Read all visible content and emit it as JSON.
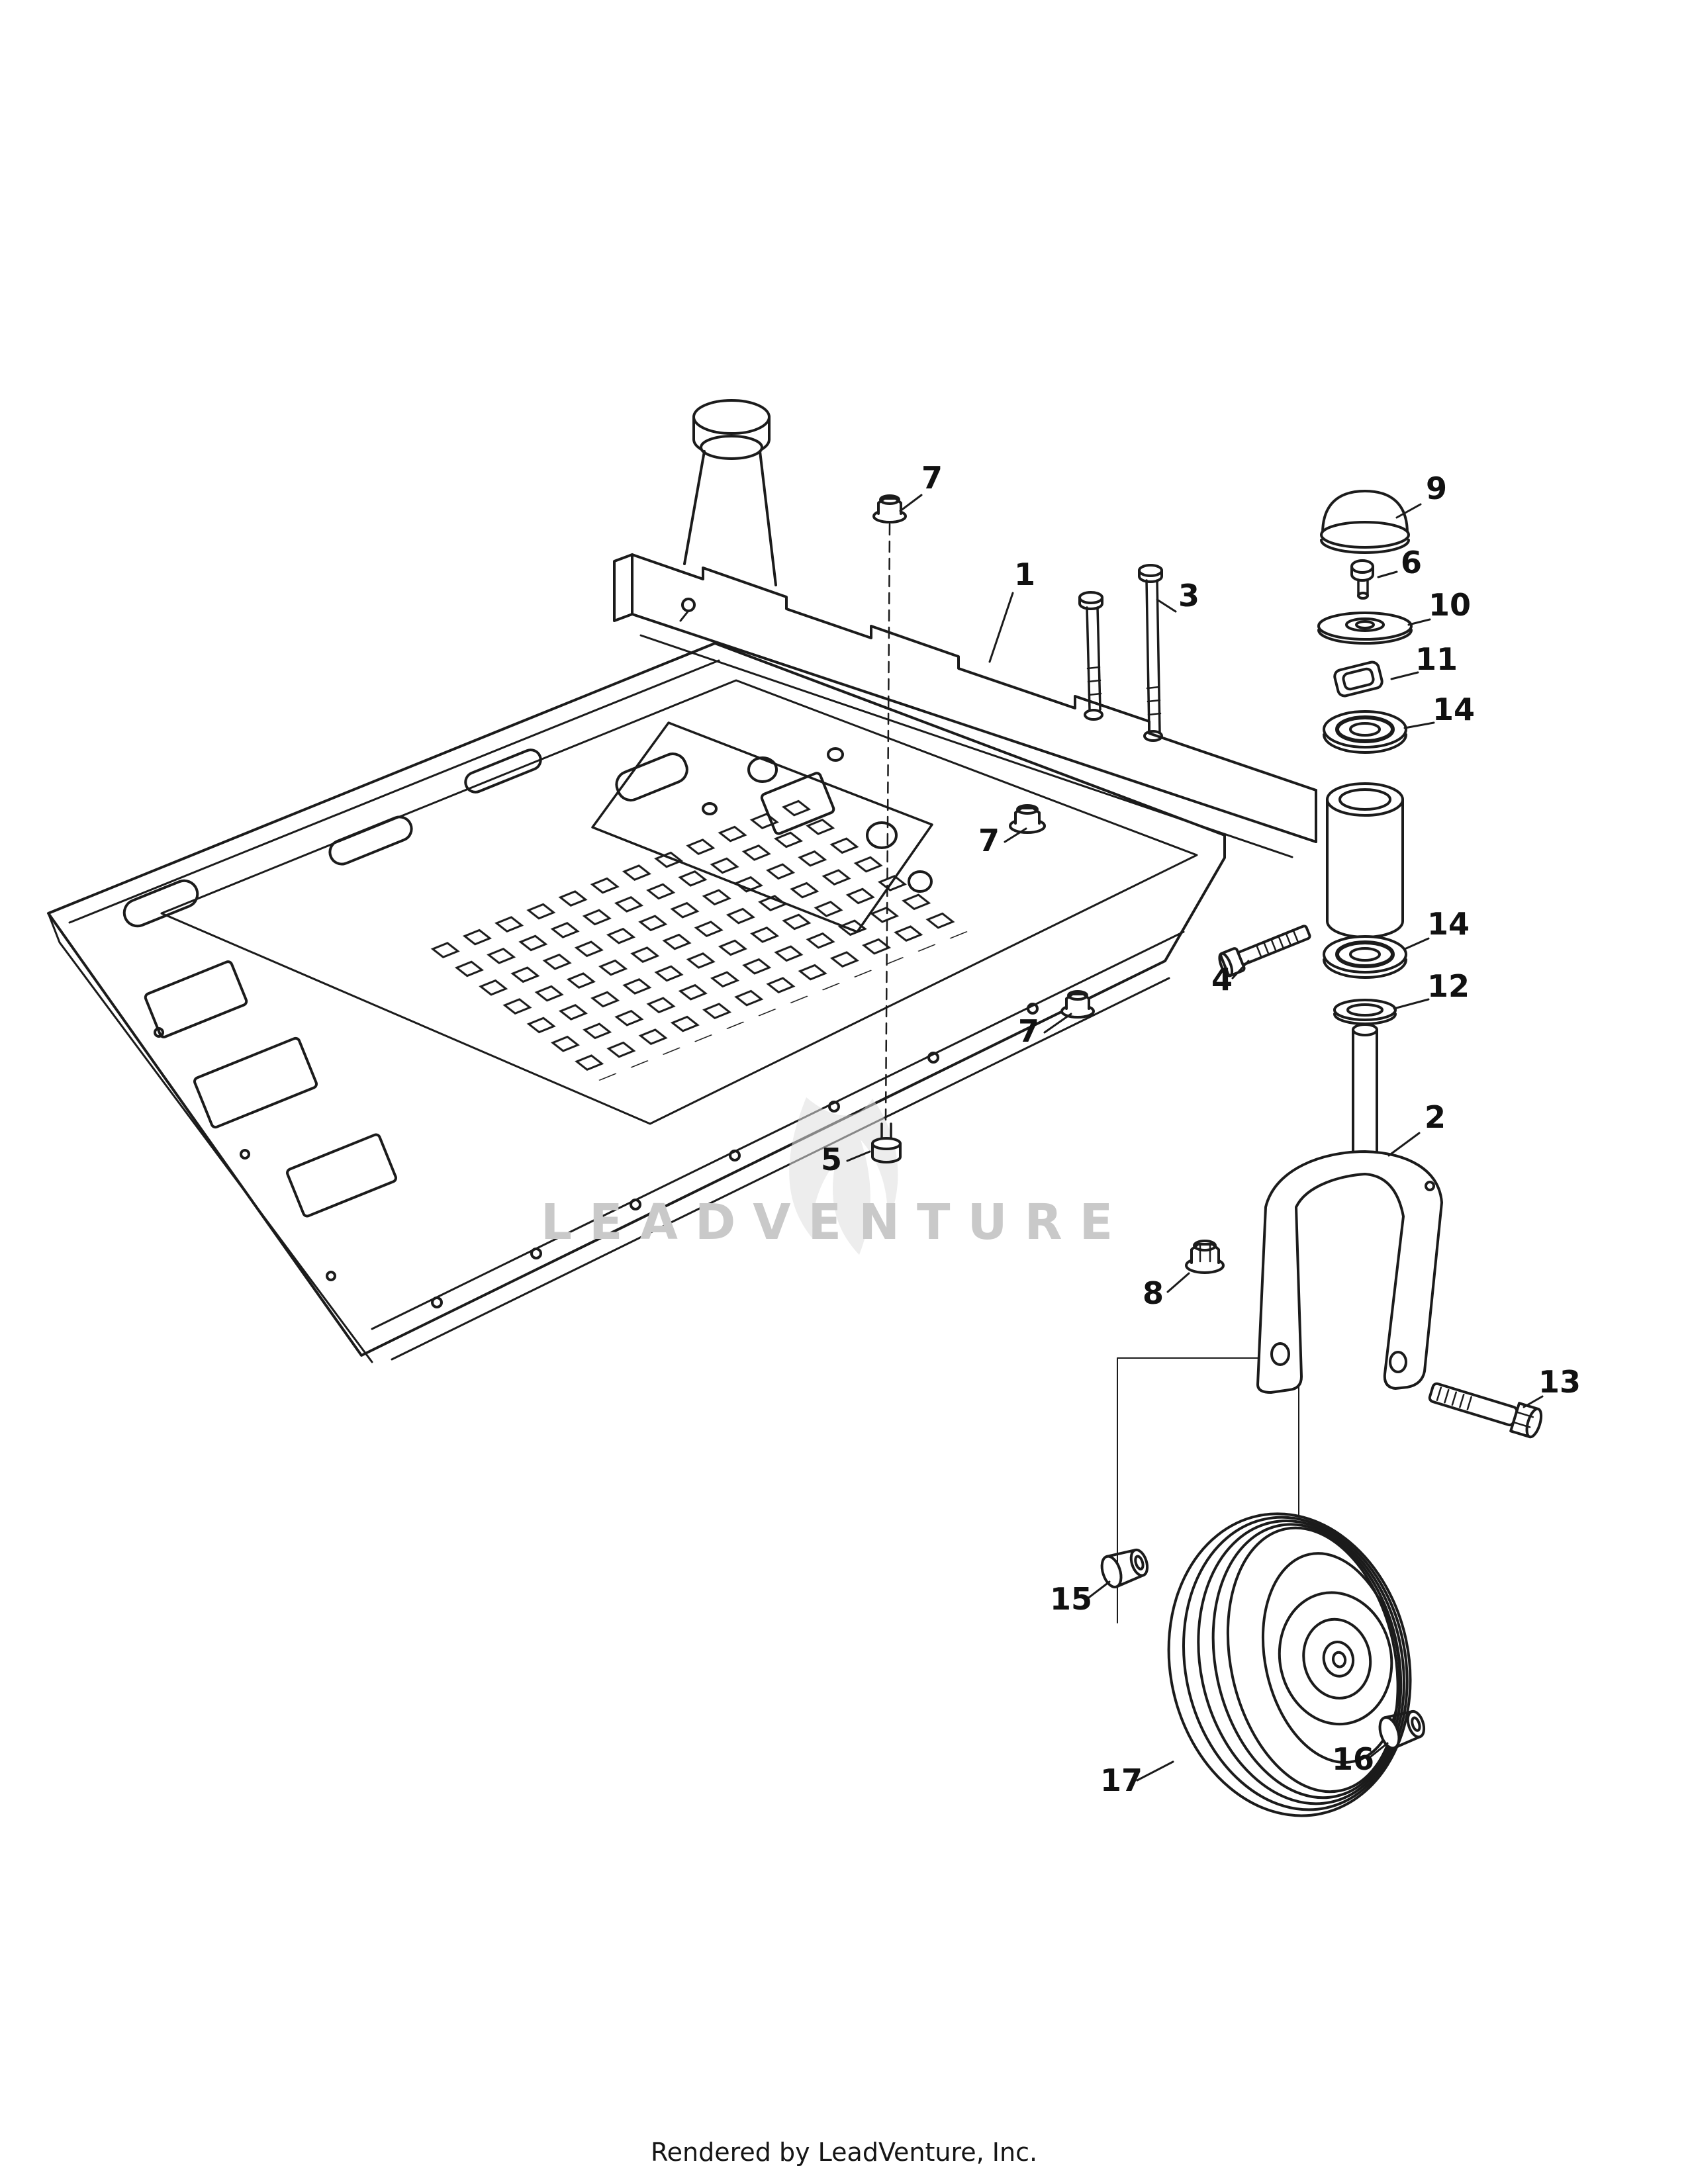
{
  "page": {
    "watermark": "LEADVENTURE",
    "footer": "Rendered by LeadVenture, Inc."
  },
  "diagram": {
    "type": "exploded-parts-diagram",
    "callouts": [
      {
        "label": "7"
      },
      {
        "label": "1"
      },
      {
        "label": "3"
      },
      {
        "label": "9"
      },
      {
        "label": "6"
      },
      {
        "label": "10"
      },
      {
        "label": "11"
      },
      {
        "label": "14"
      },
      {
        "label": "7"
      },
      {
        "label": "4"
      },
      {
        "label": "14"
      },
      {
        "label": "12"
      },
      {
        "label": "7"
      },
      {
        "label": "5"
      },
      {
        "label": "2"
      },
      {
        "label": "8"
      },
      {
        "label": "13"
      },
      {
        "label": "15"
      },
      {
        "label": "16"
      },
      {
        "label": "17"
      }
    ]
  }
}
